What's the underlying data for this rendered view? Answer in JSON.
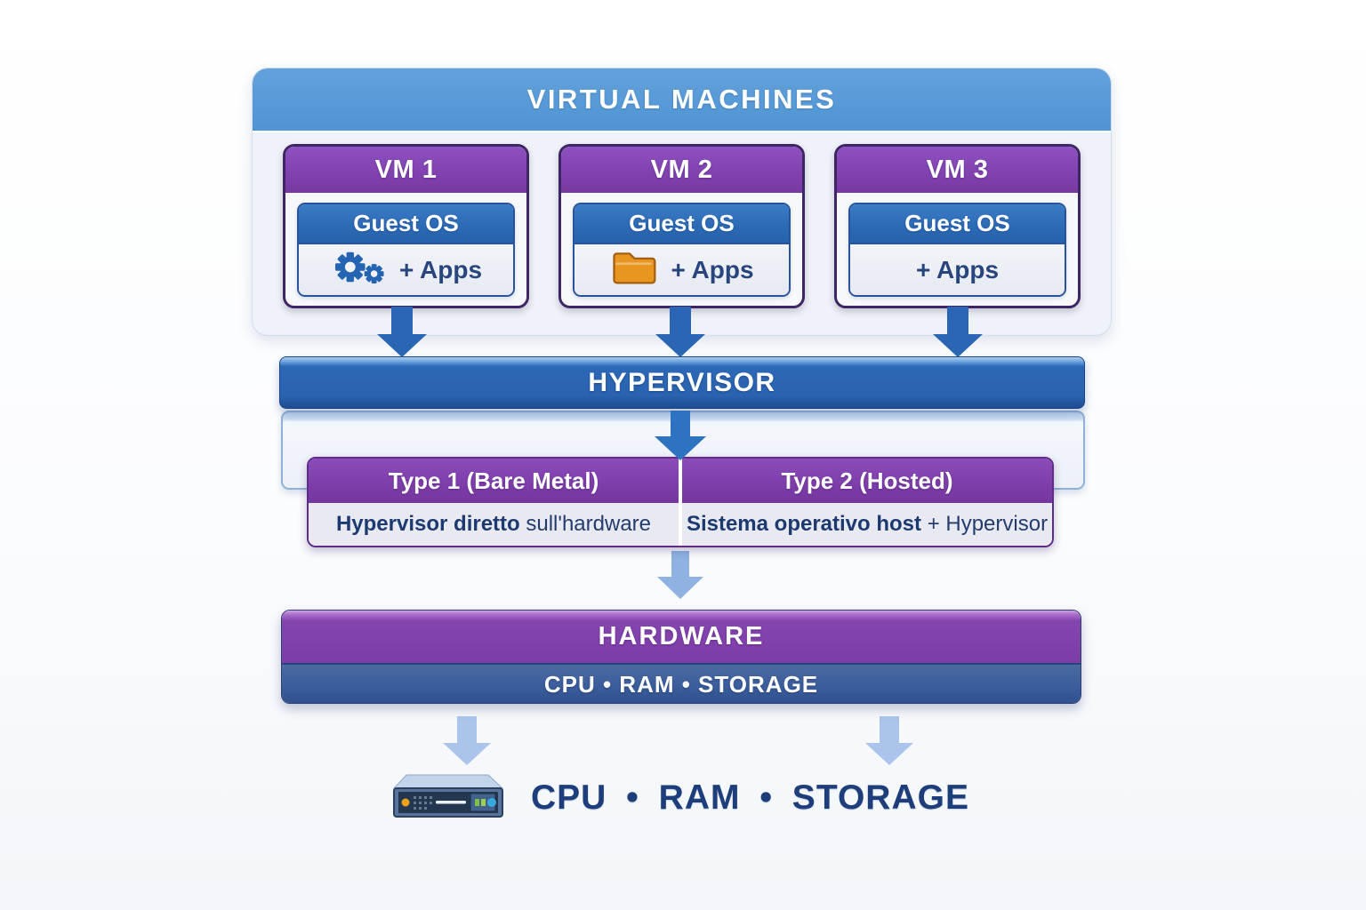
{
  "vm_section": {
    "title": "VIRTUAL MACHINES",
    "header_color": "#579ad7",
    "vms": [
      {
        "name": "VM 1",
        "guest_os": "Guest OS",
        "apps": "+ Apps",
        "icon": "gear-icon"
      },
      {
        "name": "VM 2",
        "guest_os": "Guest OS",
        "apps": "+ Apps",
        "icon": "folder-icon"
      },
      {
        "name": "VM 3",
        "guest_os": "Guest OS",
        "apps": "+ Apps",
        "icon": ""
      }
    ]
  },
  "hypervisor": {
    "label": "HYPERVISOR",
    "color": "#2a63b0"
  },
  "hypervisor_types": [
    {
      "title": "Type 1 (Bare Metal)",
      "description_bold": "Hypervisor diretto",
      "description_rest": " sull'hardware"
    },
    {
      "title": "Type 2 (Hosted)",
      "description_bold": "Sistema operativo host",
      "description_rest": " + Hypervisor"
    }
  ],
  "hardware": {
    "title": "HARDWARE",
    "components": "CPU • RAM • STORAGE",
    "title_color": "#7d3da7",
    "components_color": "#3b5d9c"
  },
  "footer": {
    "label": "CPU • RAM • STORAGE",
    "icon": "server-icon",
    "text_color": "#1d3e7a"
  }
}
